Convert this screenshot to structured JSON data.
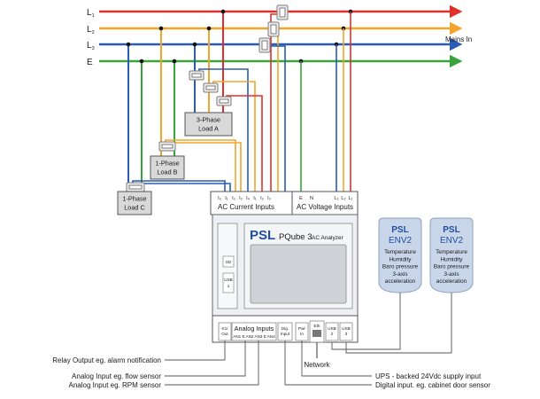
{
  "colors": {
    "L1": "#e0302c",
    "L2": "#f2a52b",
    "L3": "#2a5bb8",
    "E": "#3aa43a",
    "gray_box": "#d9d9d9",
    "panel": "#eef0f3",
    "brand": "#1f4ea3",
    "env_fill": "#c9d6ea"
  },
  "bus": {
    "L1": {
      "main": "L",
      "sub": "1"
    },
    "L2": {
      "main": "L",
      "sub": "2"
    },
    "L3": {
      "main": "L",
      "sub": "3"
    },
    "E": {
      "main": "E",
      "sub": ""
    },
    "mains_label": "Mains In"
  },
  "loads": {
    "a": [
      "3-Phase",
      "Load A"
    ],
    "b": [
      "1-Phase",
      "Load B"
    ],
    "c": [
      "1-Phase",
      "Load C"
    ]
  },
  "terminals": {
    "current": [
      "I₀",
      "I₁",
      "I₂",
      "I₃",
      "I₄",
      "I₁",
      "I₂",
      "I₃"
    ],
    "voltage": [
      "E",
      "N",
      "L₃",
      "L₂",
      "L₁"
    ],
    "current_label": "AC Current Inputs",
    "voltage_label": "AC Voltage Inputs"
  },
  "device": {
    "brand": "PSL",
    "model": "PQube 3",
    "subtitle": "AC Analyzer",
    "sd": "SD",
    "usb_side": [
      "USB",
      "1"
    ]
  },
  "bottom_ports": {
    "relay": [
      "K1/",
      "Out"
    ],
    "analog_label": "Analog Inputs",
    "analog_sub": "AN1 E AN2 AN3 E AN4",
    "dig": [
      "Dig.",
      "Input"
    ],
    "pwr": [
      "Pwr",
      "In"
    ],
    "eth": "Eth",
    "usb2": [
      "USB",
      "2"
    ],
    "usb3": [
      "USB",
      "3"
    ]
  },
  "network_label": "Network",
  "env_modules": [
    {
      "brand": "PSL",
      "model": "ENV2",
      "features": [
        "Temperature",
        "Humidity",
        "Baro pressure",
        "3-axis",
        "acceleration"
      ]
    },
    {
      "brand": "PSL",
      "model": "ENV2",
      "features": [
        "Temperature",
        "Humidity",
        "Baro pressure",
        "3-axis",
        "acceleration"
      ]
    }
  ],
  "annotations": {
    "relay": "Relay Output eg. alarm notification",
    "flow": "Analog Input eg. flow sensor",
    "rpm": "Analog Input eg. RPM sensor",
    "ups": "UPS - backed 24Vdc supply input",
    "door": "Digital input. eg. cabinet door sensor"
  }
}
